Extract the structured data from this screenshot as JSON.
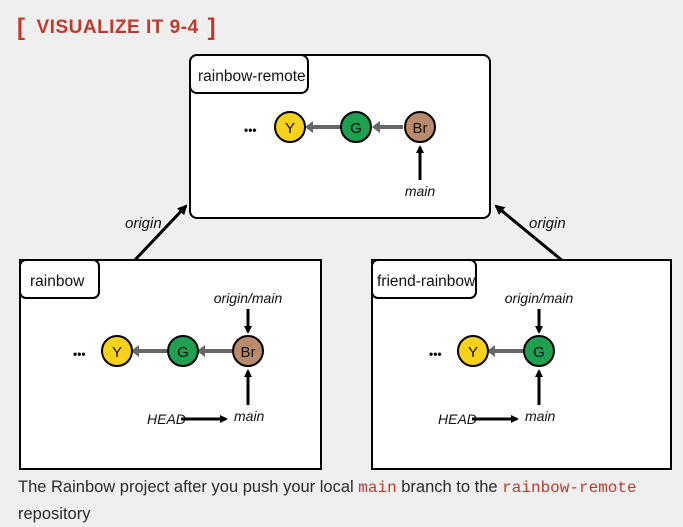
{
  "heading": {
    "open_bracket": "[",
    "text": "VISUALIZE IT 9-4",
    "close_bracket": "]"
  },
  "repos": {
    "remote": {
      "name": "rainbow-remote",
      "commits": [
        "Y",
        "G",
        "Br"
      ],
      "ellipsis": "•••",
      "branch": "main"
    },
    "local": {
      "name": "rainbow",
      "commits": [
        "Y",
        "G",
        "Br"
      ],
      "ellipsis": "•••",
      "tracking": "origin/main",
      "branch": "main",
      "head": "HEAD"
    },
    "friend": {
      "name": "friend-rainbow",
      "commits": [
        "Y",
        "G"
      ],
      "ellipsis": "•••",
      "tracking": "origin/main",
      "branch": "main",
      "head": "HEAD"
    }
  },
  "links": {
    "left": "origin",
    "right": "origin"
  },
  "colors": {
    "yellow": "#f7d11a",
    "green": "#1ea051",
    "brown": "#b98a6c",
    "accent": "#c0392b"
  },
  "caption": {
    "part1": "The Rainbow project after you push your local ",
    "code1": "main",
    "part2": " branch to the ",
    "code2": "rainbow-remote",
    "part3": " repository"
  }
}
